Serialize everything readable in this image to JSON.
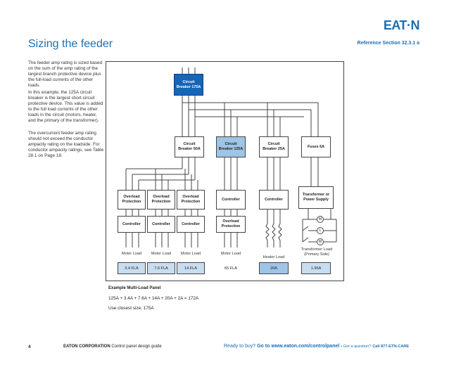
{
  "header": {
    "title": "Sizing the feeder",
    "reference": "Reference Section 32.3.1 a",
    "logo": "EAT·N"
  },
  "sidebar": {
    "para1": "The feeder amp rating is sized based on the sum of the amp rating of the largest branch protective device plus the full-load currents of the other loads.",
    "para2": "In this example, the 125A circuit breaker is the largest short-circuit protective device. This value is added to the full load currents of the other loads in the circuit (motors, heater, and the primary of the transformer).",
    "para3": "The overcurrent feeder amp rating should not exceed the conductor ampacity rating on the loadside. For conductor ampacity ratings, see Table 28.1 on Page 18."
  },
  "diagram": {
    "main_breaker": "Circuit Breaker 175A",
    "branches": [
      {
        "device": "Circuit Breaker 50A"
      },
      {
        "device": "Circuit Breaker 125A"
      },
      {
        "device": "Circuit Breaker 25A"
      },
      {
        "device": "Fuses 6A"
      }
    ],
    "overload": "Overload Protection",
    "controller": "Controller",
    "transformer": "Transformer or Power Supply",
    "loads": [
      {
        "label": "Motor Load",
        "fla": "3.4 FLA"
      },
      {
        "label": "Motor Load",
        "fla": "7.6 FLA"
      },
      {
        "label": "Motor Load",
        "fla": "14 FLA"
      },
      {
        "label": "Motor Load",
        "fla": "65 FLA"
      },
      {
        "label": "Heater Load",
        "fla": "20A"
      },
      {
        "label": "Transformer Load (Primary Side)",
        "fla": "1.95A"
      }
    ],
    "motor_symbol": "M",
    "lamp_symbol": "L"
  },
  "example": {
    "title": "Example Multi-Load Panel",
    "calc": "125A + 3.4A + 7.6A + 14A + 20A + 2A = 172A",
    "note": "Use closest size, 175A"
  },
  "footer": {
    "page": "4",
    "corp": "EATON CORPORATION",
    "guide": "Control panel design guide",
    "ready": "Ready to buy?",
    "goto": "Go to www.eaton.com/controlpanel",
    "question": "• Got a question?",
    "call": "Call 877-ETN-CARE"
  },
  "colors": {
    "accent": "#1b6fb3",
    "breaker_main": "#1565b8",
    "fla_fill": "#c9ddf0"
  }
}
